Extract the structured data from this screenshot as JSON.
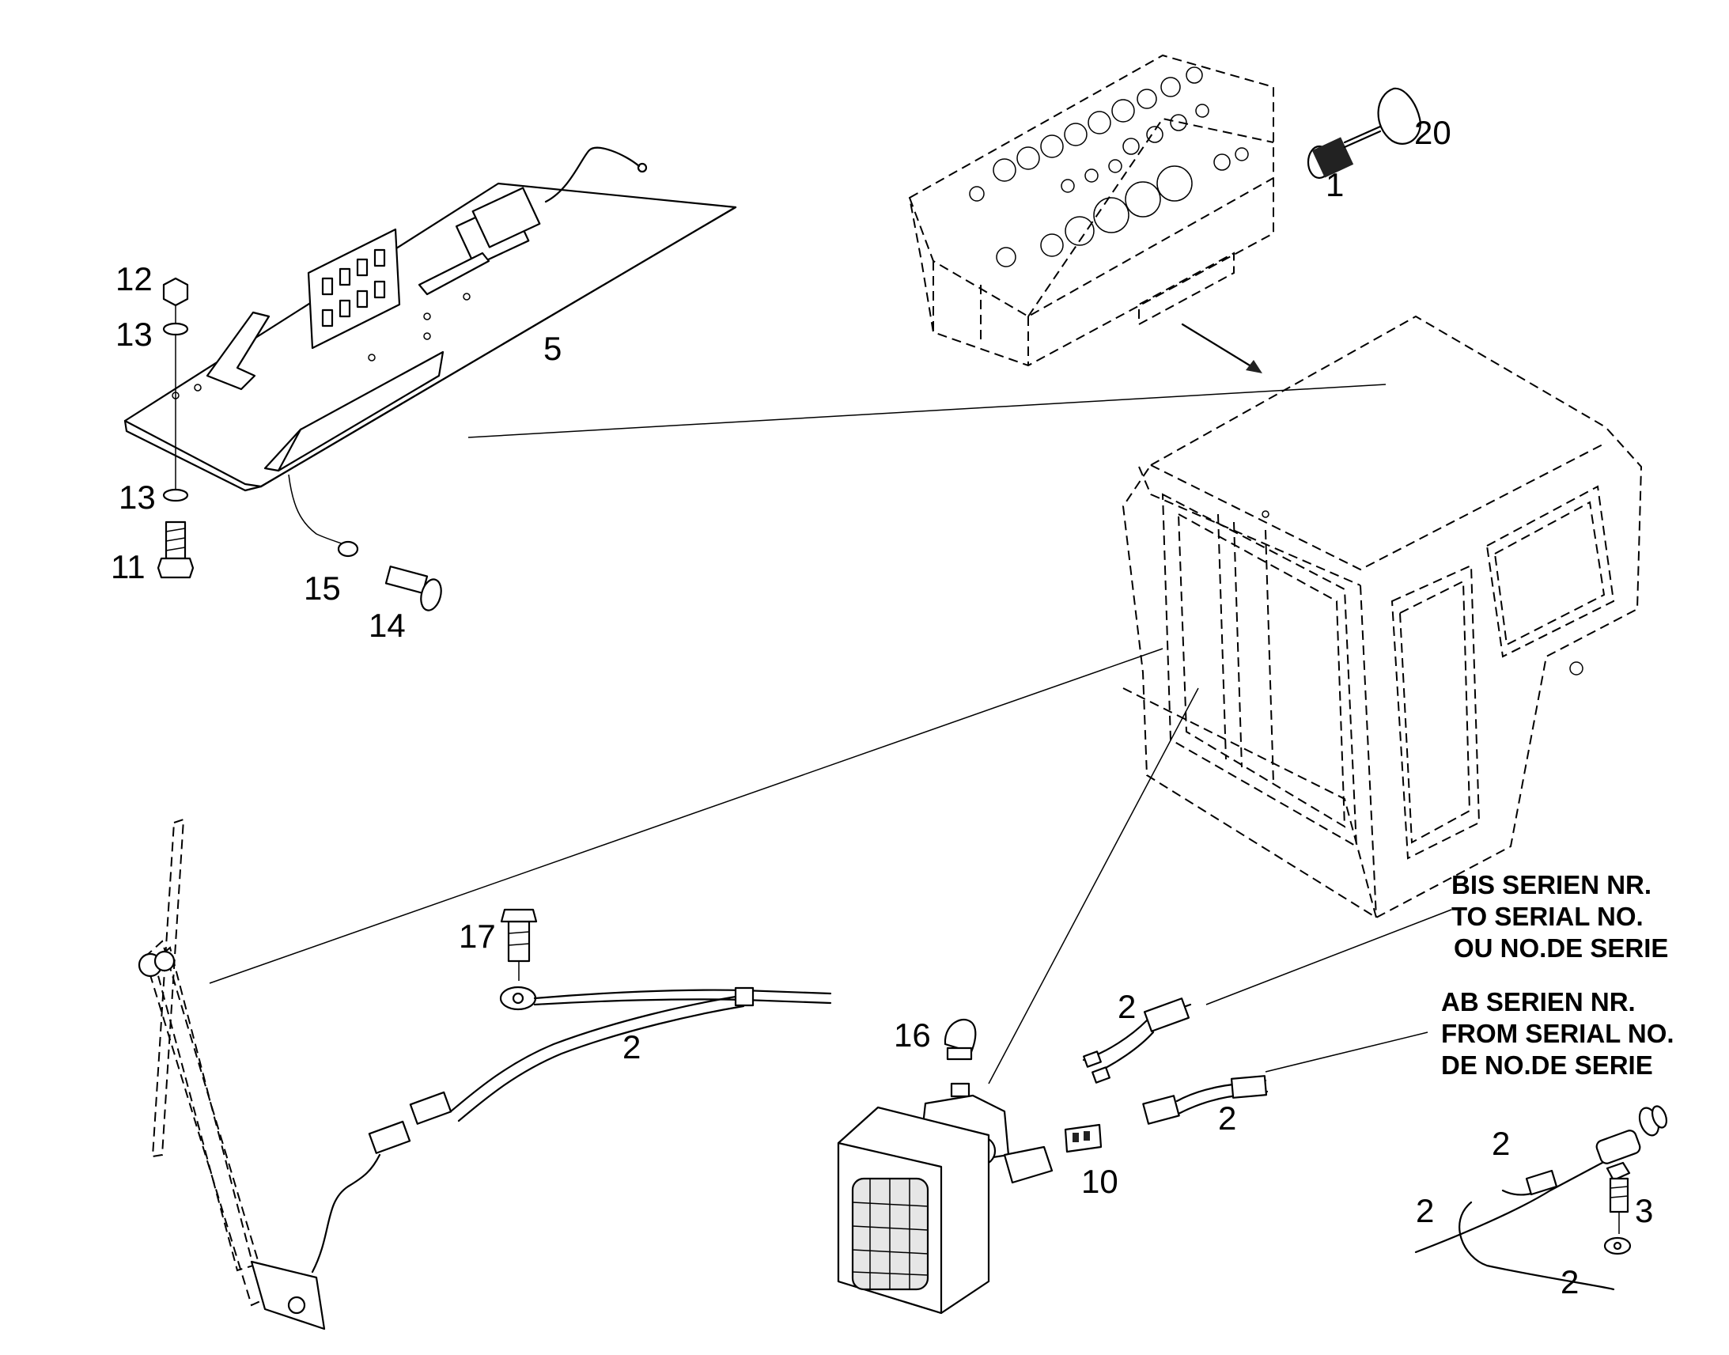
{
  "part_labels": {
    "p1": "1",
    "p20": "20",
    "p5": "5",
    "p12": "12",
    "p13a": "13",
    "p13b": "13",
    "p11": "11",
    "p15": "15",
    "p14": "14",
    "p17": "17",
    "p2_harness": "2",
    "p16": "16",
    "p10": "10",
    "p2_upper": "2",
    "p2_lower": "2",
    "p2_kit_top": "2",
    "p2_kit_left": "2",
    "p2_kit_bottom": "2",
    "p3": "3"
  },
  "notes": {
    "to_serial": [
      "BIS SERIEN NR.",
      "TO SERIAL NO.",
      "OU NO.DE SERIE"
    ],
    "from_serial": [
      "AB SERIEN NR.",
      "FROM SERIAL NO.",
      "DE NO.DE SERIE"
    ]
  }
}
